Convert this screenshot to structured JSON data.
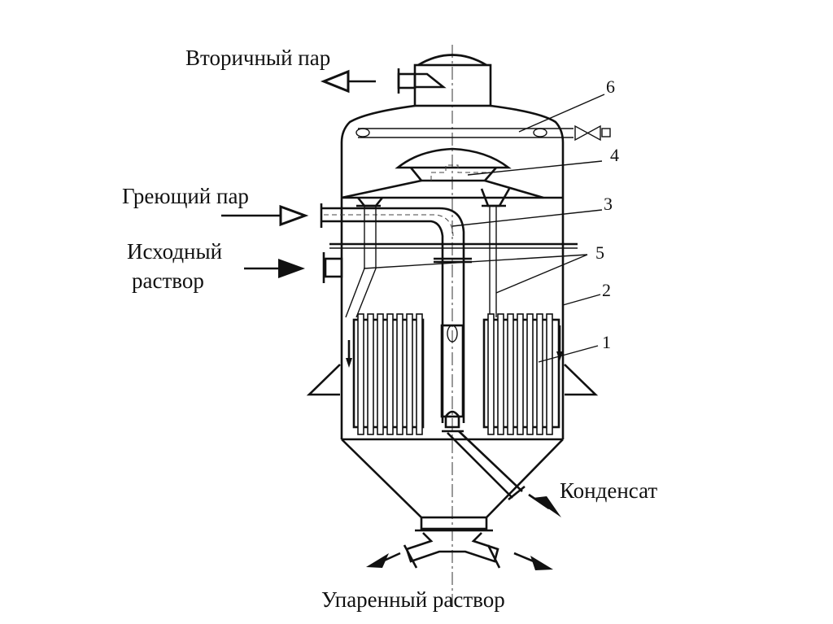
{
  "diagram": {
    "labels": {
      "secondary_vapor": "Вторичный пар",
      "heating_steam": "Греющий пар",
      "feed_line1": "Исходный",
      "feed_line2": "раствор",
      "condensate": "Конденсат",
      "evaporated_solution": "Упаренный раствор"
    },
    "part_numbers": [
      "6",
      "4",
      "3",
      "5",
      "2",
      "1"
    ]
  }
}
